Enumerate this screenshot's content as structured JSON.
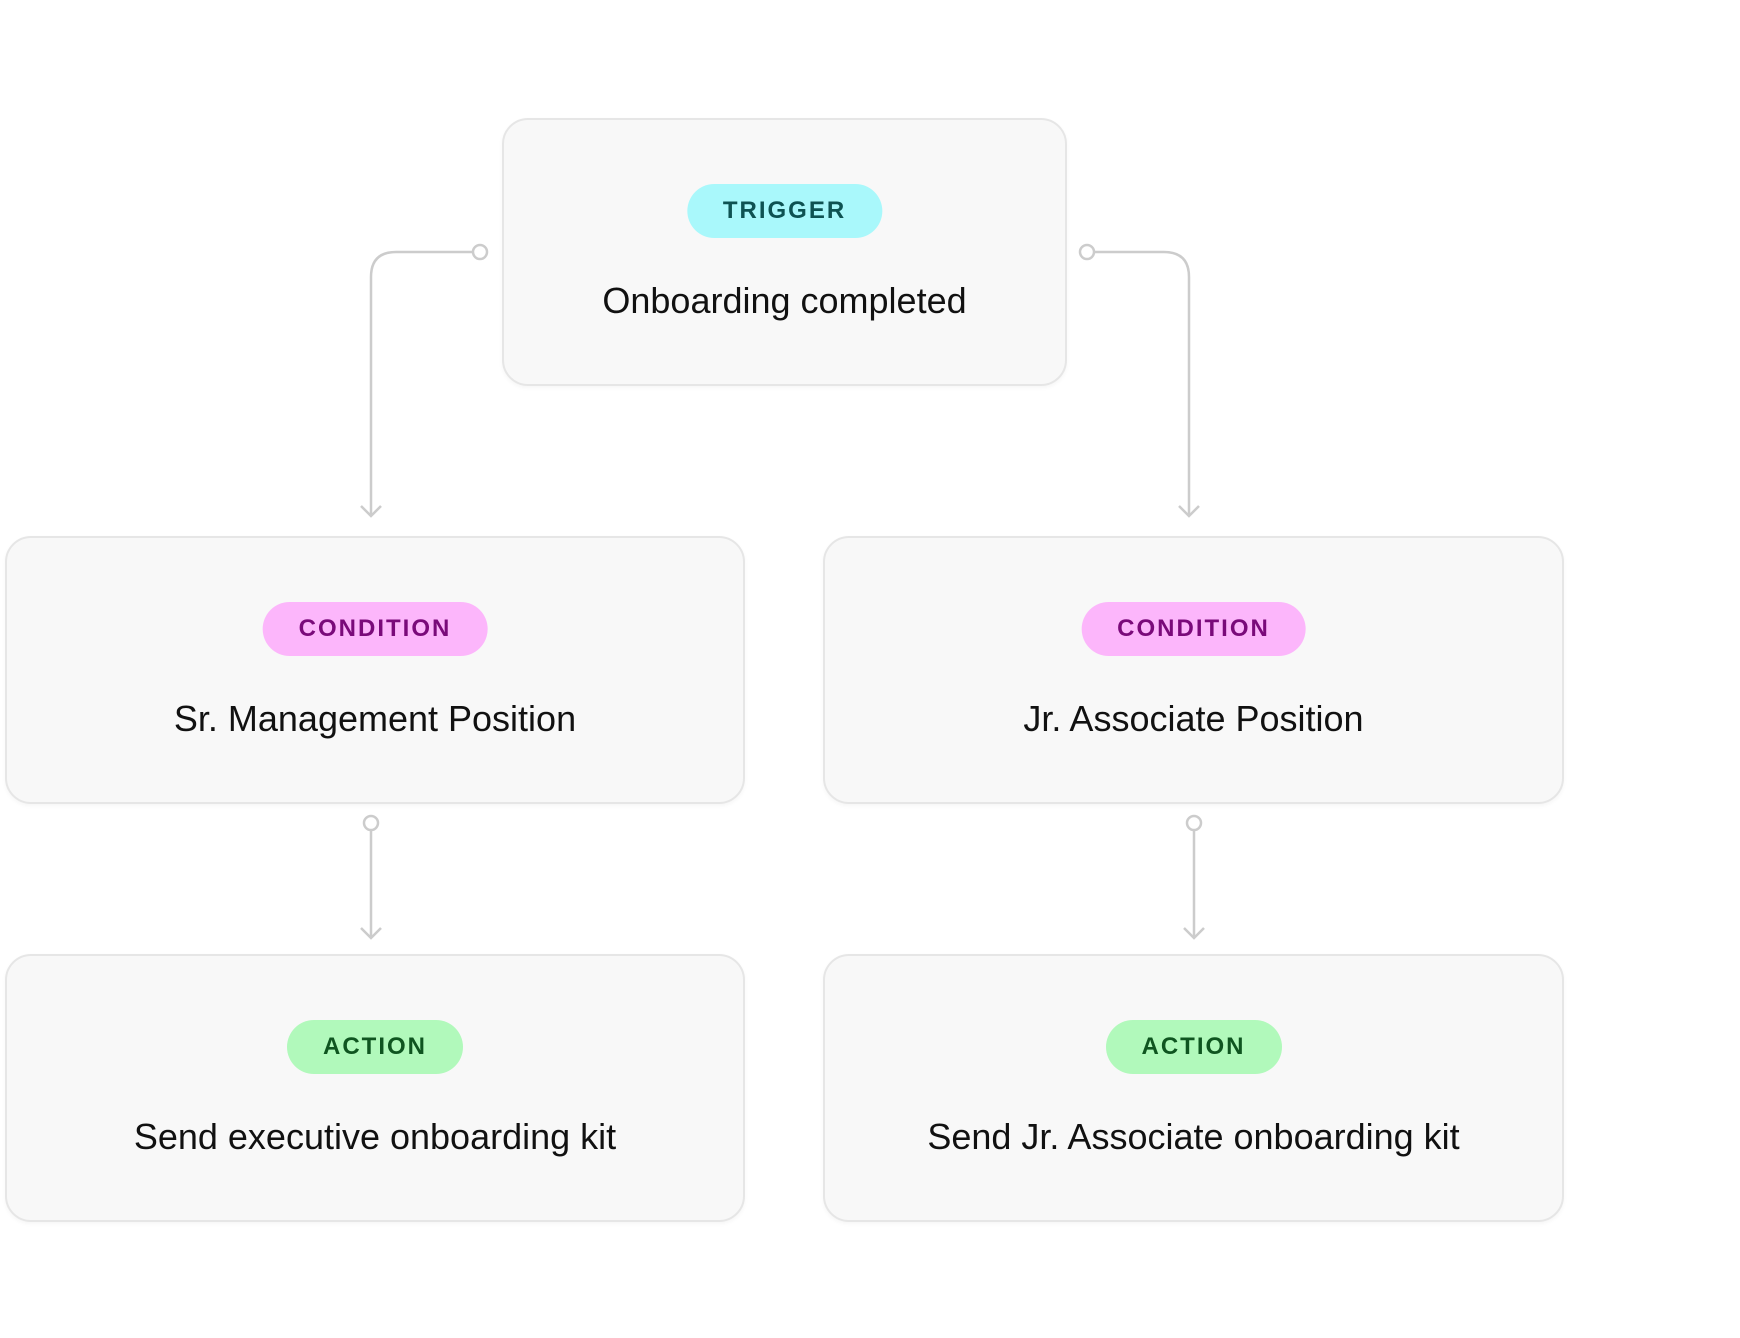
{
  "diagram": {
    "trigger": {
      "badge": "TRIGGER",
      "label": "Onboarding completed"
    },
    "conditions": [
      {
        "badge": "CONDITION",
        "label": "Sr. Management Position"
      },
      {
        "badge": "CONDITION",
        "label": "Jr. Associate Position"
      }
    ],
    "actions": [
      {
        "badge": "ACTION",
        "label": "Send executive onboarding kit"
      },
      {
        "badge": "ACTION",
        "label": "Send Jr. Associate onboarding kit"
      }
    ],
    "colors": {
      "trigger_badge": "#a9f8fb",
      "condition_badge": "#fcb6fb",
      "action_badge": "#b1f9bb",
      "connector": "#cccccc"
    }
  }
}
